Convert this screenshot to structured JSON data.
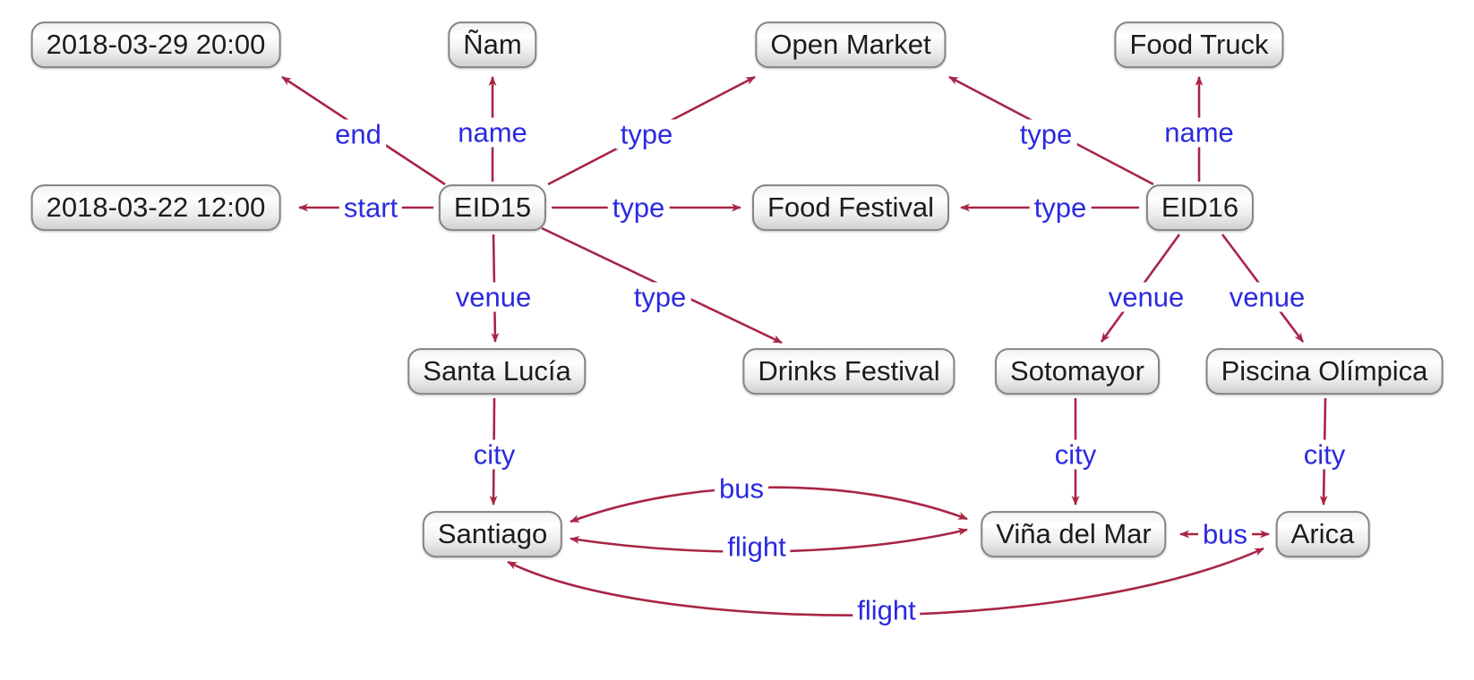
{
  "diagram": {
    "kind": "knowledge-graph",
    "colors": {
      "edge_arrow": "#a82546",
      "edge_label": "#2a2ae0",
      "node_border": "#848484",
      "node_fill_top": "#ffffff",
      "node_fill_bottom": "#cfcfcf",
      "node_text": "#1c1c1c",
      "background": "#ffffff"
    },
    "nodes": {
      "date_end": {
        "label": "2018-03-29 20:00"
      },
      "nam": {
        "label": "Ñam"
      },
      "open_market": {
        "label": "Open Market"
      },
      "food_truck": {
        "label": "Food Truck"
      },
      "date_start": {
        "label": "2018-03-22 12:00"
      },
      "eid15": {
        "label": "EID15"
      },
      "food_festival": {
        "label": "Food Festival"
      },
      "eid16": {
        "label": "EID16"
      },
      "santa_lucia": {
        "label": "Santa Lucía"
      },
      "drinks_festival": {
        "label": "Drinks Festival"
      },
      "sotomayor": {
        "label": "Sotomayor"
      },
      "piscina": {
        "label": "Piscina Olímpica"
      },
      "santiago": {
        "label": "Santiago"
      },
      "vina_del_mar": {
        "label": "Viña del Mar"
      },
      "arica": {
        "label": "Arica"
      }
    },
    "edges": {
      "end15": {
        "label": "end",
        "from": "EID15",
        "to": "2018-03-29 20:00",
        "bidirectional": false
      },
      "name15": {
        "label": "name",
        "from": "EID15",
        "to": "Ñam",
        "bidirectional": false
      },
      "type15_open": {
        "label": "type",
        "from": "EID15",
        "to": "Open Market",
        "bidirectional": false
      },
      "start15": {
        "label": "start",
        "from": "EID15",
        "to": "2018-03-22 12:00",
        "bidirectional": false
      },
      "type15_ff": {
        "label": "type",
        "from": "EID15",
        "to": "Food Festival",
        "bidirectional": false
      },
      "venue15": {
        "label": "venue",
        "from": "EID15",
        "to": "Santa Lucía",
        "bidirectional": false
      },
      "type15_drinks": {
        "label": "type",
        "from": "EID15",
        "to": "Drinks Festival",
        "bidirectional": false
      },
      "type16_open": {
        "label": "type",
        "from": "EID16",
        "to": "Open Market",
        "bidirectional": false
      },
      "name16": {
        "label": "name",
        "from": "EID16",
        "to": "Food Truck",
        "bidirectional": false
      },
      "type16_ff": {
        "label": "type",
        "from": "EID16",
        "to": "Food Festival",
        "bidirectional": false
      },
      "venue16_soto": {
        "label": "venue",
        "from": "EID16",
        "to": "Sotomayor",
        "bidirectional": false
      },
      "venue16_piscina": {
        "label": "venue",
        "from": "EID16",
        "to": "Piscina Olímpica",
        "bidirectional": false
      },
      "city_santa_lucia": {
        "label": "city",
        "from": "Santa Lucía",
        "to": "Santiago",
        "bidirectional": false
      },
      "city_sotomayor": {
        "label": "city",
        "from": "Sotomayor",
        "to": "Viña del Mar",
        "bidirectional": false
      },
      "city_piscina": {
        "label": "city",
        "from": "Piscina Olímpica",
        "to": "Arica",
        "bidirectional": false
      },
      "bus_stgo_vina": {
        "label": "bus",
        "from": "Santiago",
        "to": "Viña del Mar",
        "bidirectional": true
      },
      "flight_stgo_vina": {
        "label": "flight",
        "from": "Santiago",
        "to": "Viña del Mar",
        "bidirectional": true
      },
      "bus_vina_arica": {
        "label": "bus",
        "from": "Viña del Mar",
        "to": "Arica",
        "bidirectional": true
      },
      "flight_stgo_arica": {
        "label": "flight",
        "from": "Santiago",
        "to": "Arica",
        "bidirectional": true
      }
    }
  }
}
